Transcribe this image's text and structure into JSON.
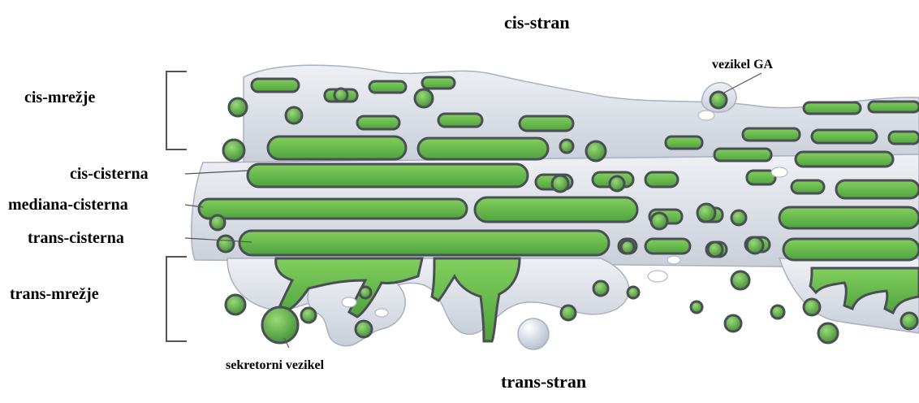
{
  "diagram": {
    "labels": {
      "cis_side": "cis-stran",
      "trans_side": "trans-stran",
      "cis_network": "cis-mrežje",
      "trans_network": "trans-mrežje",
      "cis_cisterna": "cis-cisterna",
      "medial_cisterna": "mediana-cisterna",
      "trans_cisterna": "trans-cisterna",
      "golgi_vesicle": "vezikel GA",
      "secretory_vesicle": "sekretorni vezikel"
    },
    "colors": {
      "membrane": "#dfe3ea",
      "membrane_shade": "#b9c0cd",
      "lumen": "#6cc04a",
      "lumen_dark": "#3f8f35",
      "outline": "#4b4f55",
      "bracket": "#555555"
    }
  }
}
